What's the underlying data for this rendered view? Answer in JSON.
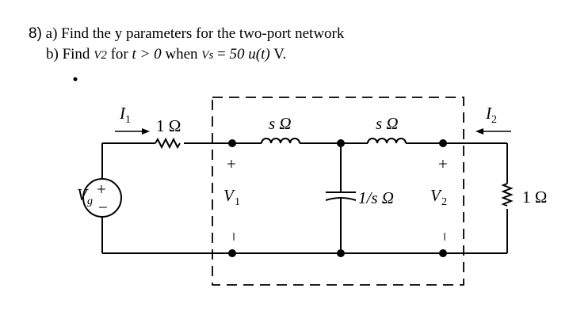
{
  "problem": {
    "number": "8)",
    "part_a": "a) Find the y parameters for the two-port network",
    "part_b_prefix": "b) Find ",
    "part_b_var": "V2",
    "part_b_mid": " for ",
    "part_b_cond": "t > 0",
    "part_b_when": " when ",
    "part_b_source": "Vs",
    "part_b_eq": " = ",
    "part_b_value": "50 u(t)",
    "part_b_unit": " V."
  },
  "circuit": {
    "source_label": "V",
    "source_sub": "g",
    "source_plus": "+",
    "source_minus": "−",
    "r_source": "1 Ω",
    "i1": "I",
    "i1_sub": "1",
    "i2": "I",
    "i2_sub": "2",
    "inductor_left": "s Ω",
    "inductor_right": "s Ω",
    "capacitor": "1/s Ω",
    "v1": "V",
    "v1_sub": "1",
    "v2": "V",
    "v2_sub": "2",
    "port_plus": "+",
    "port_minus": "−",
    "r_load": "1 Ω"
  }
}
